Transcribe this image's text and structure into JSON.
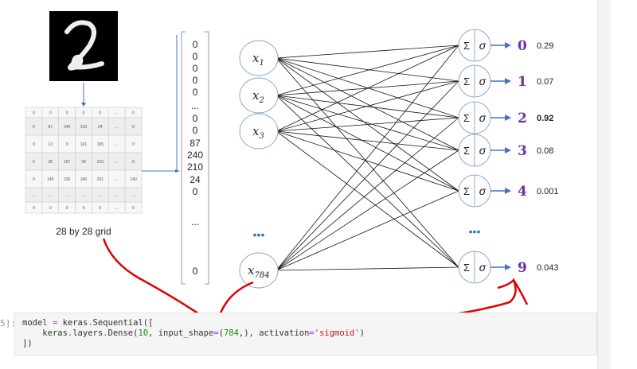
{
  "grid": {
    "caption": "28 by 28 grid",
    "rows": [
      [
        "0",
        "0",
        "0",
        "0",
        "0",
        "...",
        "0"
      ],
      [
        "0",
        "87",
        "240",
        "210",
        "24",
        "...",
        "0"
      ],
      [
        "0",
        "13",
        "0",
        "101",
        "195",
        "...",
        "0"
      ],
      [
        "0",
        "35",
        "167",
        "99",
        "210",
        "...",
        "0"
      ],
      [
        "0",
        "145",
        "230",
        "240",
        "201",
        "...",
        "140"
      ],
      [
        "...",
        "...",
        "...",
        "...",
        "...",
        "...",
        "..."
      ],
      [
        "0",
        "0",
        "0",
        "0",
        "0",
        "...",
        "0"
      ]
    ]
  },
  "vector": [
    "0",
    "0",
    "0",
    "0",
    "0",
    "...",
    "0",
    "0",
    "87",
    "240",
    "210",
    "24",
    "0",
    "...",
    "0"
  ],
  "inputs": [
    {
      "base": "x",
      "sub": "1"
    },
    {
      "base": "x",
      "sub": "2"
    },
    {
      "base": "x",
      "sub": "3"
    },
    {
      "base": "x",
      "sub": "784"
    }
  ],
  "ellipsis": "•••",
  "outputs": [
    {
      "sum": "Σ",
      "act": "σ",
      "digit": "0",
      "prob": "0.29"
    },
    {
      "sum": "Σ",
      "act": "σ",
      "digit": "1",
      "prob": "0.07"
    },
    {
      "sum": "Σ",
      "act": "σ",
      "digit": "2",
      "prob": "0.92"
    },
    {
      "sum": "Σ",
      "act": "σ",
      "digit": "3",
      "prob": "0.08"
    },
    {
      "sum": "Σ",
      "act": "σ",
      "digit": "4",
      "prob": "0.001"
    },
    {
      "sum": "Σ",
      "act": "σ",
      "digit": "9",
      "prob": "0.043"
    }
  ],
  "code": {
    "prompt": "5]:",
    "l1a": "model ",
    "eq": "=",
    "l1b": " keras",
    "dot": ".",
    "l1c": "Sequential([",
    "l2a": "    keras",
    "l2b": "layers",
    "l2c": "Dense(",
    "n10": "10",
    "l2d": ", input_shape",
    "l2e": "(",
    "n784": "784",
    "l2f": ",), activation",
    "str": "'sigmoid'",
    "close": ")",
    "l3": "])"
  },
  "colors": {
    "accent": "#7030a0",
    "arrow": "#4472c4",
    "annotation": "#e00000"
  }
}
